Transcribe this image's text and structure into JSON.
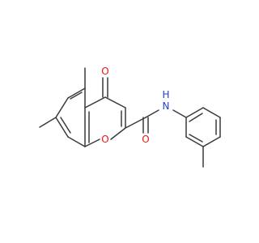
{
  "colors": {
    "bond": "#3a3a3a",
    "oxygen": "#e8190d",
    "nitrogen": "#1f3fd6"
  },
  "atoms": {
    "carbonyl_oxygen": "O",
    "ring_oxygen": "O",
    "amide_oxygen": "O",
    "amide_nitrogen": "N",
    "amide_hydrogen": "H"
  }
}
